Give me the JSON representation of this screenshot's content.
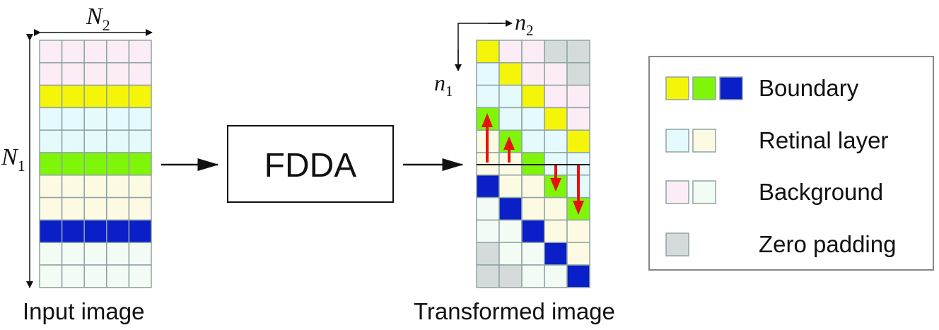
{
  "colors": {
    "boundary_yellow": "#f5f50a",
    "boundary_green": "#7ff50a",
    "boundary_blue": "#0a1fc8",
    "retinal_cyan": "#e4fafc",
    "retinal_cream": "#fdfae4",
    "background_pink": "#fcecf6",
    "background_mint": "#f2fbf4",
    "zero_padding": "#d5dbdb",
    "grid_line": "#8fa3a3",
    "arrow_red": "#e8120c",
    "ink": "#111111"
  },
  "input_panel": {
    "width_label": {
      "var": "N",
      "sub": "2"
    },
    "height_label": {
      "var": "N",
      "sub": "1"
    },
    "caption": "Input image",
    "rows": [
      "background_pink",
      "background_pink",
      "boundary_yellow",
      "retinal_cyan",
      "retinal_cyan",
      "boundary_green",
      "retinal_cream",
      "retinal_cream",
      "boundary_blue",
      "background_mint",
      "background_mint"
    ]
  },
  "process_box": {
    "label": "FDDA"
  },
  "transformed_panel": {
    "col_axis_label": {
      "var": "n",
      "sub": "2"
    },
    "row_axis_label": {
      "var": "n",
      "sub": "1"
    },
    "caption": "Transformed image",
    "grid": [
      [
        "boundary_yellow",
        "background_pink",
        "background_pink",
        "zero_padding",
        "zero_padding"
      ],
      [
        "retinal_cyan",
        "boundary_yellow",
        "background_pink",
        "background_pink",
        "zero_padding"
      ],
      [
        "retinal_cyan",
        "retinal_cyan",
        "boundary_yellow",
        "background_pink",
        "background_pink"
      ],
      [
        "boundary_green",
        "retinal_cyan",
        "retinal_cyan",
        "boundary_yellow",
        "background_pink"
      ],
      [
        "retinal_cream",
        "boundary_green",
        "retinal_cyan",
        "retinal_cyan",
        "boundary_yellow"
      ],
      [
        "retinal_cream",
        "retinal_cream",
        "boundary_green",
        "retinal_cyan",
        "retinal_cyan"
      ],
      [
        "boundary_blue",
        "retinal_cream",
        "retinal_cream",
        "boundary_green",
        "retinal_cyan"
      ],
      [
        "background_mint",
        "boundary_blue",
        "retinal_cream",
        "retinal_cream",
        "boundary_green"
      ],
      [
        "background_mint",
        "background_mint",
        "boundary_blue",
        "retinal_cream",
        "retinal_cream"
      ],
      [
        "zero_padding",
        "background_mint",
        "background_mint",
        "boundary_blue",
        "retinal_cream"
      ],
      [
        "zero_padding",
        "zero_padding",
        "background_mint",
        "background_mint",
        "boundary_blue"
      ]
    ]
  },
  "legend": {
    "items": [
      {
        "label": "Boundary",
        "swatches": [
          "boundary_yellow",
          "boundary_green",
          "boundary_blue"
        ]
      },
      {
        "label": "Retinal layer",
        "swatches": [
          "retinal_cyan",
          "retinal_cream"
        ]
      },
      {
        "label": "Background",
        "swatches": [
          "background_pink",
          "background_mint"
        ]
      },
      {
        "label": "Zero padding",
        "swatches": [
          "zero_padding"
        ]
      }
    ]
  }
}
